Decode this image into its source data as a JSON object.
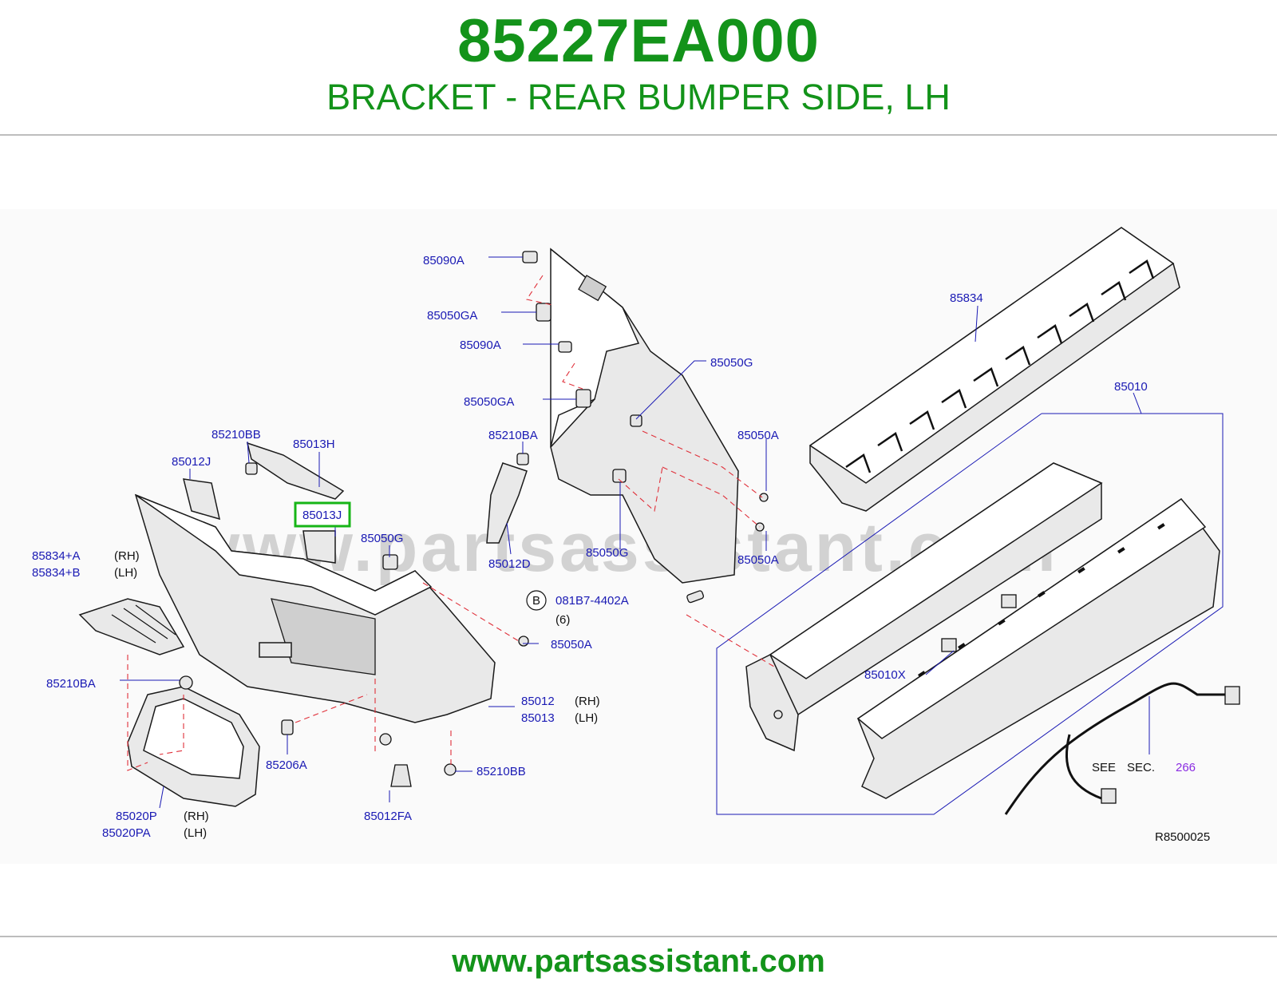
{
  "header": {
    "part_number": "85227EA000",
    "description": "BRACKET - REAR BUMPER SIDE, LH"
  },
  "diagram": {
    "watermark": "www.partsassistant.com",
    "figure_id": "R8500025",
    "highlighted_label": "85013J",
    "labels": {
      "l85090A_1": "85090A",
      "l85050GA_1": "85050GA",
      "l85090A_2": "85090A",
      "l85050GA_2": "85050GA",
      "l85050G_1": "85050G",
      "l85050A_1": "85050A",
      "l85050A_2": "85050A",
      "l85050G_2": "85050G",
      "l85210BA_1": "85210BA",
      "l85012D": "85012D",
      "l85834": "85834",
      "l85010": "85010",
      "l85210BB_1": "85210BB",
      "l85013H": "85013H",
      "l85012J": "85012J",
      "l85013J": "85013J",
      "l85050G_3": "85050G",
      "l85834A": "85834+A",
      "l85834B": "85834+B",
      "l85210BA_2": "85210BA",
      "lB": "B",
      "l081B7": "081B7-4402A",
      "lqty": "(6)",
      "l85050A_3": "85050A",
      "l85010X": "85010X",
      "l85012": "85012",
      "l85013": "85013",
      "l85206A": "85206A",
      "l85210BB_2": "85210BB",
      "l85012FA": "85012FA",
      "l85020P": "85020P",
      "l85020PA": "85020PA",
      "rh1": "(RH)",
      "lh1": "(LH)",
      "rh2": "(RH)",
      "lh2": "(LH)",
      "rh3": "(RH)",
      "lh3": "(LH)",
      "see": "SEE",
      "sec": "SEC.",
      "sec_num": "266"
    }
  },
  "footer": {
    "url": "www.partsassistant.com"
  },
  "colors": {
    "brand_green": "#13931a",
    "label_blue": "#1a1ab4",
    "highlight_green": "#17b517",
    "dash_red": "#e0303a",
    "section_purple": "#8a2be2"
  }
}
